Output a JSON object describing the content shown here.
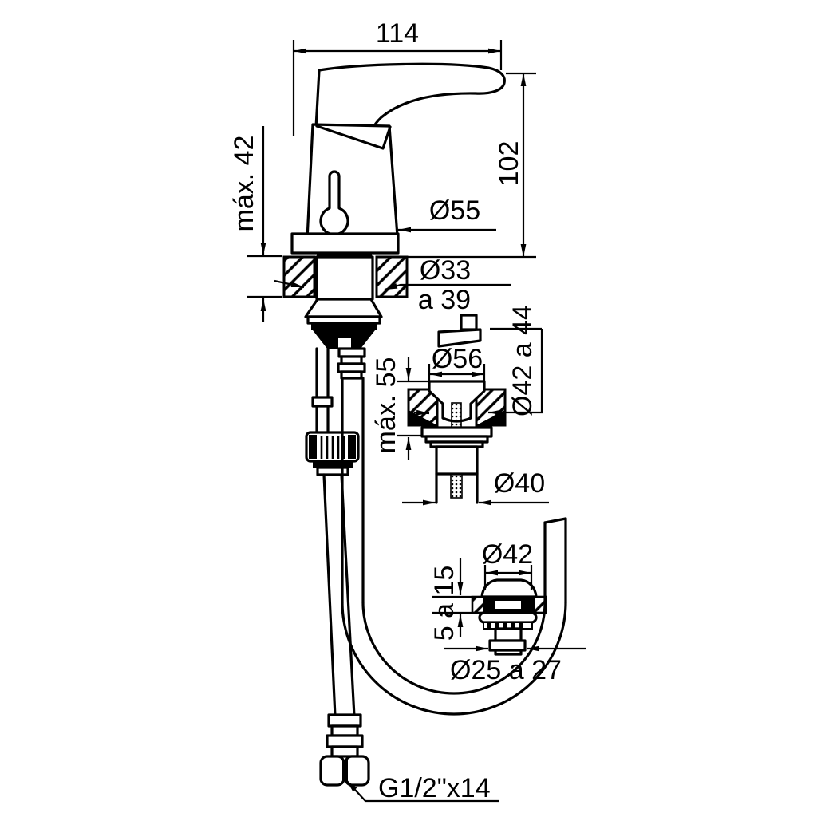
{
  "drawing": {
    "type": "faucet-installation-technical-drawing",
    "colors": {
      "line": "#000000",
      "background": "#ffffff"
    },
    "dimensions": {
      "spout_width": "114",
      "body_height": "102",
      "deck_thickness_max": "máx. 42",
      "base_diameter": "Ø55",
      "hole_diameter_line1": "Ø33",
      "hole_diameter_line2": "a 39",
      "drain_flange_diameter": "Ø56",
      "drain_deck_max": "máx. 55",
      "drain_hole_diameter": "Ø42 a 44",
      "drain_body_diameter": "Ø40",
      "plug_cap_diameter": "Ø42",
      "plug_height_range": "5 a 15",
      "plug_tail_diameter": "Ø25 a 27",
      "hose_thread": "G1/2\"x14"
    }
  }
}
